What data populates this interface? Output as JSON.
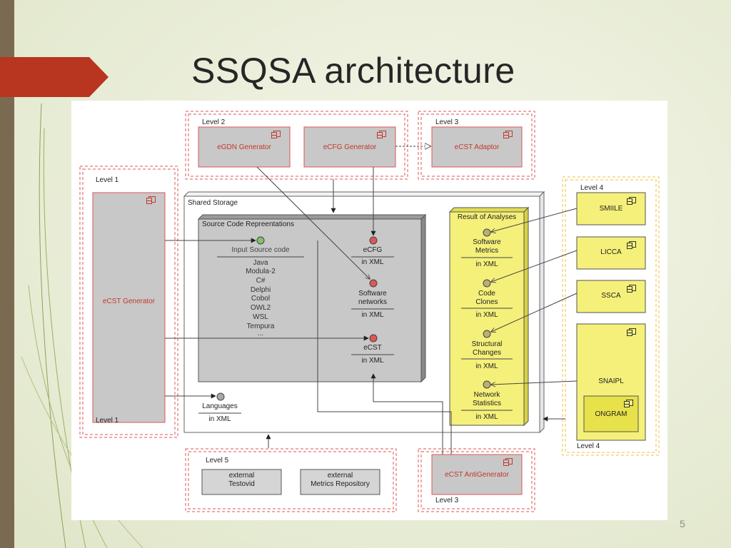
{
  "slide": {
    "title": "SSQSA architecture",
    "page_number": "5"
  },
  "diagram": {
    "levels": {
      "level1_top": "Level 1",
      "level1_bottom": "Level 1",
      "level2": "Level 2",
      "level3_top": "Level 3",
      "level3_bottom": "Level 3",
      "level4_top": "Level 4",
      "level4_bottom": "Level 4",
      "level5": "Level 5"
    },
    "components": {
      "egdn_generator": "eGDN Generator",
      "ecfg_generator": "eCFG Generator",
      "ecst_adaptor": "eCST Adaptor",
      "ecst_generator": "eCST Generator",
      "ecst_antigenerator": "eCST AntiGenerator",
      "smiile": "SMIILE",
      "licca": "LICCA",
      "ssca": "SSCA",
      "snaipl": "SNAIPL",
      "ongram": "ONGRAM",
      "external_testovid": "external\nTestovid",
      "external_metrics": "external\nMetrics Repository"
    },
    "shared_storage": "Shared Storage",
    "source_code": {
      "title": "Source Code Repreentations",
      "input_label": "Input Source code",
      "languages": [
        "Java",
        "Modula-2",
        "C#",
        "Delphi",
        "Cobol",
        "OWL2",
        "WSL",
        "Tempura",
        "..."
      ],
      "ecfg": "eCFG",
      "ecfg_xml": "in XML",
      "software_networks": "Software\nnetworks",
      "software_networks_xml": "in XML",
      "ecst": "eCST",
      "ecst_xml": "in XML"
    },
    "languages": {
      "label": "Languages",
      "xml": "in XML"
    },
    "results": {
      "title": "Result of Analyses",
      "items": [
        {
          "name": "Software\nMetrics",
          "xml": "in XML"
        },
        {
          "name": "Code\nClones",
          "xml": "in XML"
        },
        {
          "name": "Structural\nChanges",
          "xml": "in XML"
        },
        {
          "name": "Network\nStatistics",
          "xml": "in XML"
        }
      ]
    },
    "colors": {
      "red_border": "#e05555",
      "yellow_fill": "#f5f07a",
      "orange_dashed": "#f0c040",
      "gray_fill": "#c8c8c8"
    }
  }
}
